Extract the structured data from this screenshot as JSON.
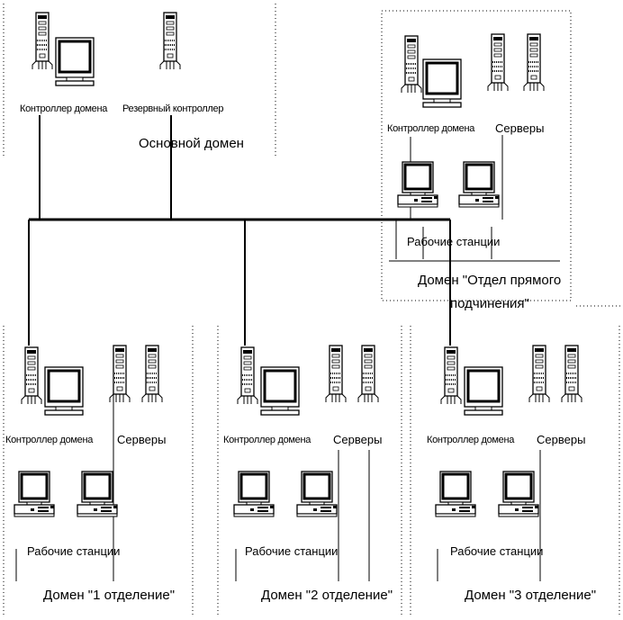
{
  "main_domain": {
    "title": "Основной домен",
    "controller_label": "Контроллер домена",
    "backup_label": "Резервный контроллер"
  },
  "sub_domain": {
    "title_line1": "Домен \"Отдел прямого",
    "title_line2": "подчинения\"",
    "controller_label": "Контроллер домена",
    "servers_label": "Серверы",
    "workstations_label": "Рабочие станции"
  },
  "departments": [
    {
      "title": "Домен \"1 отделение\"",
      "controller_label": "Контроллер домена",
      "servers_label": "Серверы",
      "workstations_label": "Рабочие станции"
    },
    {
      "title": "Домен \"2 отделение\"",
      "controller_label": "Контроллер домена",
      "servers_label": "Серверы",
      "workstations_label": "Рабочие станции"
    },
    {
      "title": "Домен \"3 отделение\"",
      "controller_label": "Контроллер домена",
      "servers_label": "Серверы",
      "workstations_label": "Рабочие станции"
    }
  ],
  "icons": [
    "tower-server-icon",
    "monitor-icon",
    "desktop-workstation-icon"
  ]
}
